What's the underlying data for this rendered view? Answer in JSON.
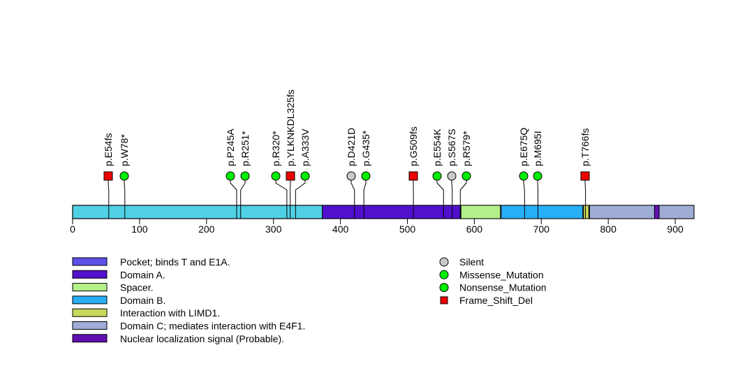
{
  "chart_data": {
    "type": "lollipop",
    "protein_length": 928,
    "backbone_color": "#50d0e4",
    "xlim": [
      0,
      928
    ],
    "xticks": [
      0,
      100,
      200,
      300,
      400,
      500,
      600,
      700,
      800,
      900
    ],
    "domains": [
      {
        "name": "Pocket; binds T and E1A.",
        "start": 373,
        "end": 771,
        "color": "#5e50e8"
      },
      {
        "name": "Domain A.",
        "start": 373,
        "end": 579,
        "color": "#5010cc"
      },
      {
        "name": "Spacer.",
        "start": 580,
        "end": 639,
        "color": "#b4f08a"
      },
      {
        "name": "Domain B.",
        "start": 640,
        "end": 762,
        "color": "#28aef5"
      },
      {
        "name": "Interaction with LIMD1.",
        "start": 763,
        "end": 771,
        "color": "#c8d85a"
      },
      {
        "name": "Domain C; mediates interaction with E4F1.",
        "start": 772,
        "end": 928,
        "color": "#9eacd6"
      },
      {
        "name": "Nuclear localization signal (Probable).",
        "start": 869,
        "end": 876,
        "color": "#6010b0"
      }
    ],
    "mutation_types": [
      {
        "name": "Silent",
        "shape": "circle",
        "color": "#c8c8c8"
      },
      {
        "name": "Missense_Mutation",
        "shape": "circle",
        "color": "#00ee00"
      },
      {
        "name": "Nonsense_Mutation",
        "shape": "circle",
        "color": "#00ee00"
      },
      {
        "name": "Frame_Shift_Del",
        "shape": "square",
        "color": "#ee0000"
      }
    ],
    "mutations": [
      {
        "label": "p.E54fs",
        "pos": 54,
        "type": "Frame_Shift_Del"
      },
      {
        "label": "p.W78*",
        "pos": 78,
        "type": "Nonsense_Mutation"
      },
      {
        "label": "p.P245A",
        "pos": 245,
        "type": "Missense_Mutation"
      },
      {
        "label": "p.R251*",
        "pos": 251,
        "type": "Nonsense_Mutation"
      },
      {
        "label": "p.R320*",
        "pos": 320,
        "type": "Nonsense_Mutation"
      },
      {
        "label": "p.YLKNKDL325fs",
        "pos": 325,
        "type": "Frame_Shift_Del"
      },
      {
        "label": "p.A333V",
        "pos": 333,
        "type": "Missense_Mutation"
      },
      {
        "label": "p.D421D",
        "pos": 421,
        "type": "Silent"
      },
      {
        "label": "p.G435*",
        "pos": 435,
        "type": "Nonsense_Mutation"
      },
      {
        "label": "p.G509fs",
        "pos": 509,
        "type": "Frame_Shift_Del"
      },
      {
        "label": "p.E554K",
        "pos": 554,
        "type": "Missense_Mutation"
      },
      {
        "label": "p.S567S",
        "pos": 567,
        "type": "Silent"
      },
      {
        "label": "p.R579*",
        "pos": 579,
        "type": "Nonsense_Mutation"
      },
      {
        "label": "p.E675Q",
        "pos": 675,
        "type": "Missense_Mutation"
      },
      {
        "label": "p.M695I",
        "pos": 695,
        "type": "Missense_Mutation"
      },
      {
        "label": "p.T766fs",
        "pos": 766,
        "type": "Frame_Shift_Del"
      }
    ]
  }
}
